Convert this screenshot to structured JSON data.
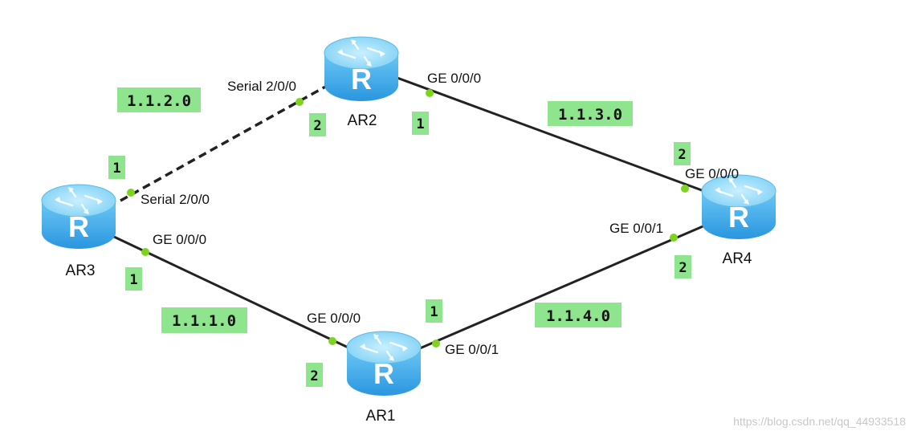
{
  "routers": {
    "ar1": "AR1",
    "ar2": "AR2",
    "ar3": "AR3",
    "ar4": "AR4",
    "glyph": "R"
  },
  "ports": {
    "ar2_serial": "Serial 2/0/0",
    "ar2_ge000": "GE 0/0/0",
    "ar3_serial": "Serial 2/0/0",
    "ar3_ge000": "GE 0/0/0",
    "ar1_ge000": "GE 0/0/0",
    "ar1_ge001": "GE 0/0/1",
    "ar4_ge000": "GE 0/0/0",
    "ar4_ge001": "GE 0/0/1"
  },
  "networks": {
    "ar3_ar2": "1.1.2.0",
    "ar2_ar4": "1.1.3.0",
    "ar3_ar1": "1.1.1.0",
    "ar1_ar4": "1.1.4.0"
  },
  "host_ids": {
    "ar3_serial": "1",
    "ar2_serial": "2",
    "ar2_ge000": "1",
    "ar4_ge000": "2",
    "ar3_ge000": "1",
    "ar1_ge000": "2",
    "ar1_ge001": "1",
    "ar4_ge001": "2"
  },
  "watermark": "https://blog.csdn.net/qq_44933518",
  "colors": {
    "label_bg": "#8ee58e",
    "port_dot": "#7ed321",
    "link": "#222222",
    "router_body": "#3aa6e8",
    "router_top": "#8fdcff"
  }
}
